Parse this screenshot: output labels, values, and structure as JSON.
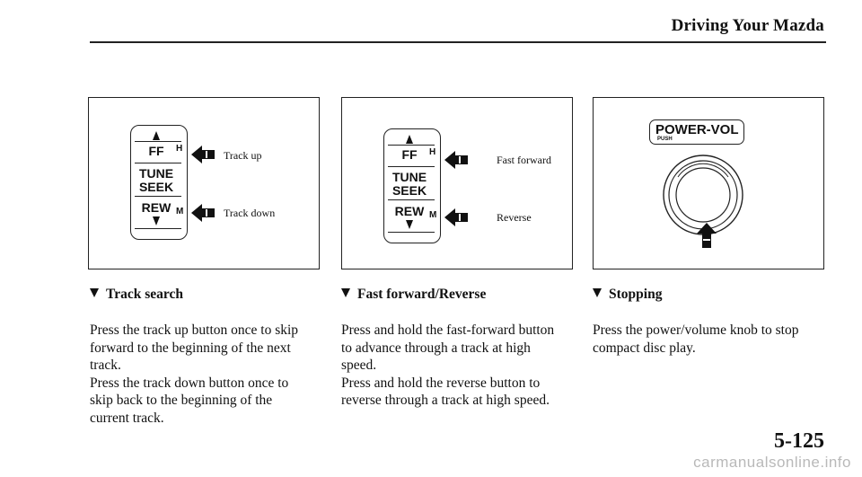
{
  "header": {
    "title": "Driving Your Mazda"
  },
  "figures": [
    {
      "panel": {
        "top": "FF",
        "top_mark": "H",
        "middle1": "TUNE",
        "middle2": "SEEK",
        "bottom": "REW",
        "bottom_mark": "M"
      },
      "callout_up": "Track up",
      "callout_down": "Track down"
    },
    {
      "panel": {
        "top": "FF",
        "top_mark": "H",
        "middle1": "TUNE",
        "middle2": "SEEK",
        "bottom": "REW",
        "bottom_mark": "M"
      },
      "callout_up": "Fast forward",
      "callout_down": "Reverse"
    },
    {
      "knob_label": "POWER-VOL",
      "knob_sublabel": "PUSH"
    }
  ],
  "sections": [
    {
      "title": "Track search",
      "body": "Press the track up button once to skip\nforward to the beginning of the next\ntrack.\nPress the track down button once to\nskip back to the beginning of the\ncurrent track."
    },
    {
      "title": "Fast forward/Reverse",
      "body": "Press and hold the fast-forward button\nto advance through a track at high\nspeed.\nPress and hold the reverse button to\nreverse through a track at high speed."
    },
    {
      "title": "Stopping",
      "body": "Press the power/volume knob to stop\ncompact disc play."
    }
  ],
  "page_number": "5-125",
  "watermark": "carmanualsonline.info"
}
